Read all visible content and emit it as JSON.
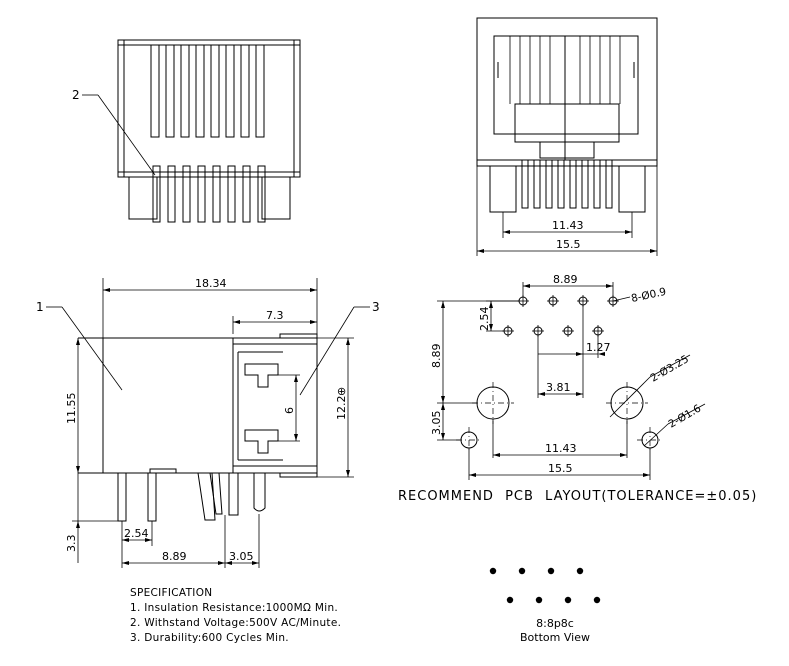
{
  "callouts": {
    "item_1": "1",
    "item_2": "2",
    "item_3": "3"
  },
  "side_view_dims": {
    "overall_length": "18.34",
    "front_offset": "7.3",
    "body_height": "11.55",
    "overall_height": "12.2",
    "height_symbol": "⊕",
    "window_height": "6",
    "pin_length": "3.3",
    "pin_pitch": "2.54",
    "pin_span": "8.89",
    "post_offset": "3.05"
  },
  "front_view_dims": {
    "post_span": "11.43",
    "overall_width": "15.5"
  },
  "pcb_layout": {
    "title": "RECOMMEND  PCB  LAYOUT(TOLERANCE=±0.05)",
    "dim_row_span": "8.89",
    "dim_pitch_v": "2.54",
    "dim_signal_holes": "8-Ø0.9",
    "dim_total_height": "8.89",
    "dim_pitch_h": "1.27",
    "dim_large_holes": "2-Ø3.25",
    "dim_hole_offset": "3.81",
    "dim_post_height": "3.05",
    "dim_post_span": "11.43",
    "dim_small_holes": "2-Ø1.6",
    "dim_overall": "15.5"
  },
  "specification": {
    "heading": "SPECIFICATION",
    "items": [
      "1.  Insulation  Resistance:1000MΩ  Min.",
      "2.  Withstand  Voltage:500V  AC/Minute.",
      "3.  Durability:600  Cycles  Min."
    ]
  },
  "bottom_view": {
    "code": "8:8p8c",
    "label": "Bottom  View"
  }
}
